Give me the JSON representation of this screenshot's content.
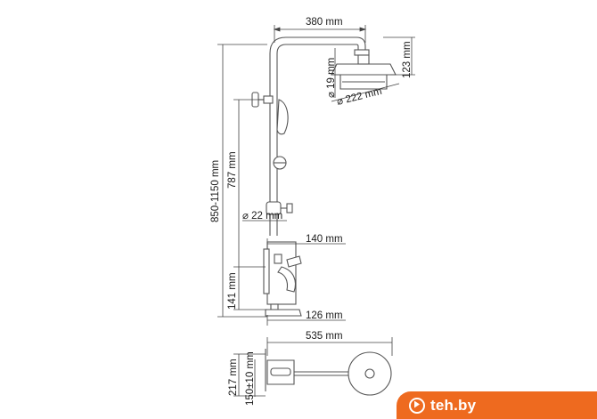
{
  "dimensions": {
    "arm_length": "380 mm",
    "head_drop": "123 mm",
    "pipe_diameter": "⌀ 19 mm",
    "head_diameter": "⌀ 222 mm",
    "height_range": "850-1150 mm",
    "bar_height": "787 mm",
    "bar_diameter": "⌀ 22 mm",
    "mixer_width": "140 mm",
    "mixer_height": "141 mm",
    "spout_length": "126 mm",
    "total_width": "535 mm",
    "wall_depth": "217 mm",
    "outlet_spacing": "150±10 mm"
  },
  "watermark": {
    "text": "teh.by"
  }
}
